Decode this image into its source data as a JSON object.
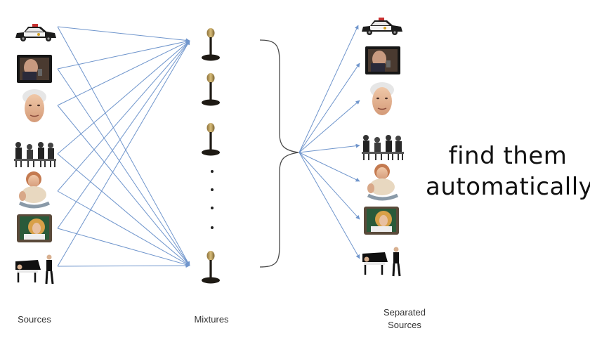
{
  "diagram": {
    "line_color": "#6f95cc",
    "mic_color": "#1e1a14",
    "mic_head_color": "#b89a58"
  },
  "sources": {
    "caption": "Sources",
    "items": [
      "police-car",
      "tv-speaker",
      "old-man-face",
      "band-group",
      "crying-baby",
      "tv-singer",
      "piano-player"
    ]
  },
  "mixtures": {
    "caption": "Mixtures",
    "ellipsis": "· · · ·"
  },
  "separated": {
    "caption_line1": "Separated",
    "caption_line2": "Sources",
    "items": [
      "police-car",
      "tv-speaker",
      "old-man-face",
      "band-group",
      "crying-baby",
      "tv-singer",
      "piano-player"
    ]
  },
  "headline": {
    "line1": "find them",
    "line2": "automatically"
  }
}
